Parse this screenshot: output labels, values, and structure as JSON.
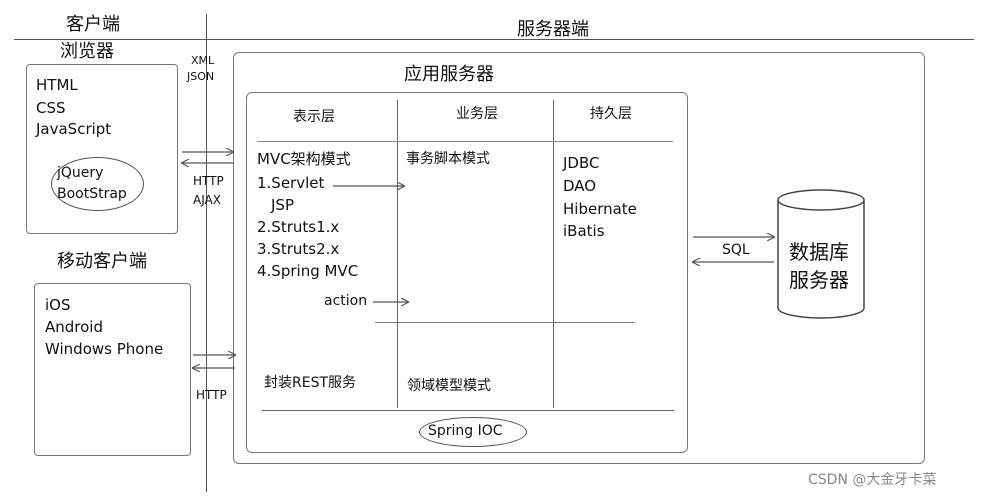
{
  "client": {
    "title": "客户端",
    "browser": {
      "title": "浏览器",
      "items": [
        "HTML",
        "CSS",
        "JavaScript"
      ],
      "libs": [
        "jQuery",
        "BootStrap"
      ]
    },
    "mobile": {
      "title": "移动客户端",
      "items": [
        "iOS",
        "Android",
        "Windows Phone"
      ]
    }
  },
  "server": {
    "title": "服务器端",
    "app_server": {
      "title": "应用服务器",
      "layers": {
        "presentation": {
          "title": "表示层",
          "mvc_title": "MVC架构模式",
          "items": [
            "1.Servlet",
            "JSP",
            "2.Struts1.x",
            "3.Struts2.x",
            "4.Spring MVC"
          ],
          "action": "action",
          "rest": "封装REST服务"
        },
        "business": {
          "title": "业务层",
          "transaction_script": "事务脚本模式",
          "domain_model": "领域模型模式"
        },
        "persistence": {
          "title": "持久层",
          "items": [
            "JDBC",
            "DAO",
            "Hibernate",
            "iBatis"
          ]
        }
      },
      "ioc": "Spring IOC"
    },
    "database": {
      "line1": "数据库",
      "line2": "服务器"
    }
  },
  "protocols": {
    "xml": "XML",
    "json": "JSON",
    "http": "HTTP",
    "ajax": "AJAX",
    "http_mobile": "HTTP",
    "sql": "SQL"
  },
  "watermark": "CSDN @大金牙卡菜"
}
